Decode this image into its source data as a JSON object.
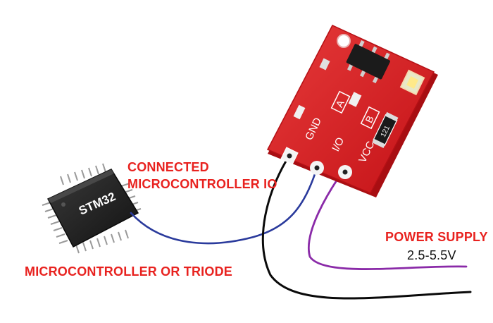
{
  "labels": {
    "connected_line1": "CONNECTED",
    "connected_line2": "MICROCONTROLLER IO",
    "microcontroller": "MICROCONTROLLER OR TRIODE",
    "power_supply": "POWER SUPPLY",
    "voltage": "2.5-5.5V"
  },
  "chip": {
    "brand": "STM32"
  },
  "board": {
    "pins": [
      "GND",
      "I/O",
      "VCC"
    ],
    "jumpers": [
      "A",
      "B"
    ],
    "resistor_code": "121"
  },
  "colors": {
    "label_red": "#e8221f",
    "pcb_red": "#d8161b",
    "wire_black": "#0a0a0a",
    "wire_blue": "#2a3a9c",
    "wire_purple": "#8a2aa8"
  }
}
